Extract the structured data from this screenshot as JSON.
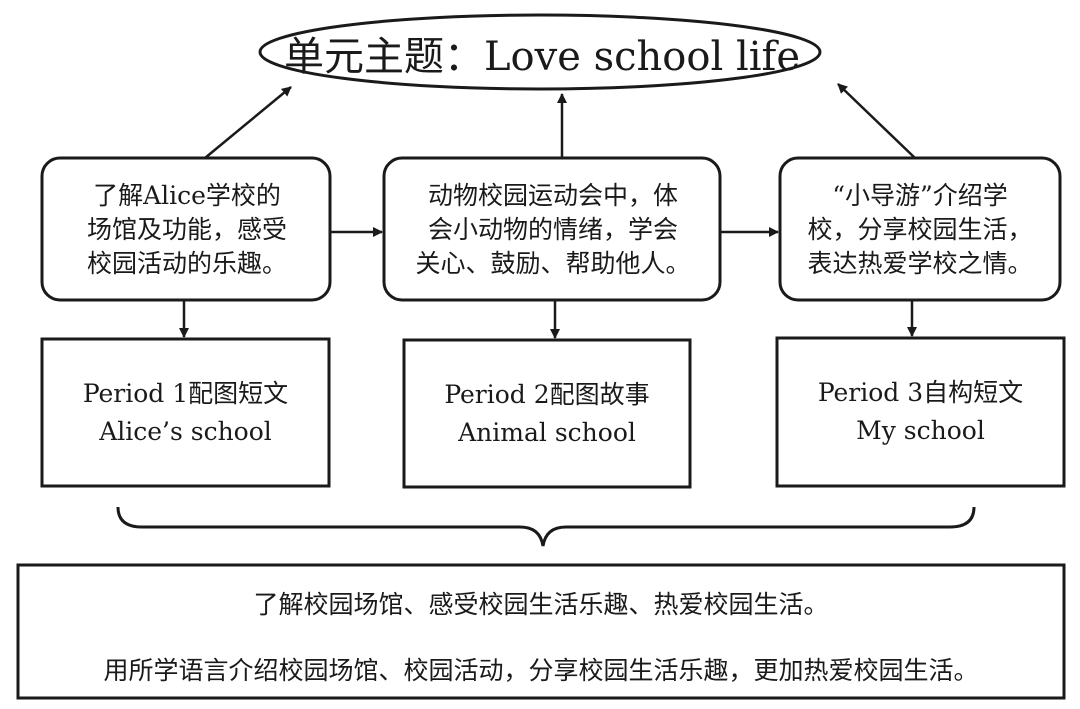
{
  "title": "单元主题：Love school life",
  "goals": [
    {
      "lines": [
        "了解Alice学校的",
        "场馆及功能，感受",
        "校园活动的乐趣。"
      ]
    },
    {
      "lines": [
        "动物校园运动会中，体",
        "会小动物的情绪，学会",
        "关心、鼓励、帮助他人。"
      ]
    },
    {
      "lines": [
        "“小导游”介绍学",
        "校，分享校园生活，",
        "表达热爱学校之情。"
      ]
    }
  ],
  "periods": [
    {
      "label": "Period 1配图短文",
      "title": "Alice’s school"
    },
    {
      "label": "Period 2配图故事",
      "title": "Animal school"
    },
    {
      "label": "Period 3自构短文",
      "title": "My school"
    }
  ],
  "summary": {
    "line1": "了解校园场馆、感受校园生活乐趣、热爱校园生活。",
    "line2": "用所学语言介绍校园场馆、校园活动，分享校园生活乐趣，更加热爱校园生活。"
  }
}
